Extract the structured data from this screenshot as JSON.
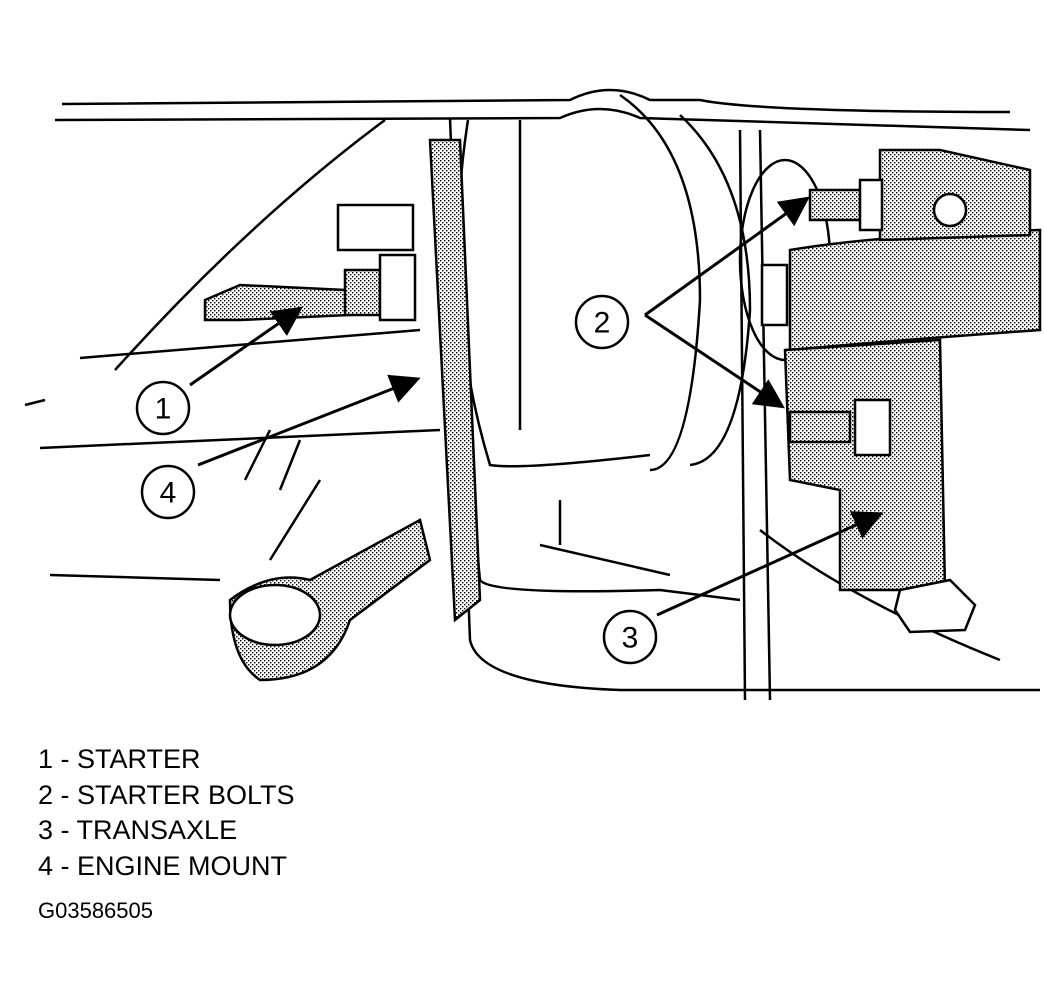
{
  "callouts": [
    "1",
    "2",
    "3",
    "4"
  ],
  "legend": [
    "1 - STARTER",
    "2 - STARTER BOLTS",
    "3 - TRANSAXLE",
    "4 - ENGINE MOUNT"
  ],
  "figure_code": "G03586505"
}
